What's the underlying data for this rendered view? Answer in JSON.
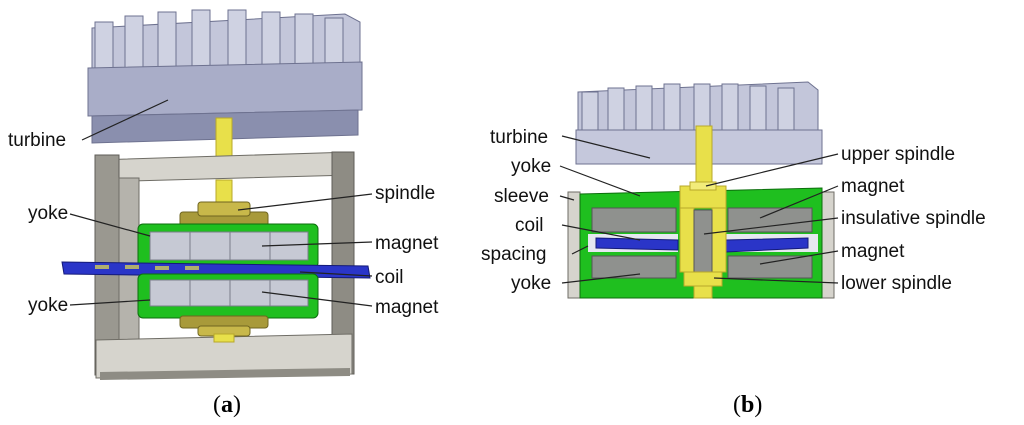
{
  "panel_a": {
    "caption_open": "(",
    "caption_letter": "a",
    "caption_close": ")",
    "labels": {
      "turbine": "turbine",
      "spindle": "spindle",
      "yoke_top": "yoke",
      "magnet_top": "magnet",
      "coil": "coil",
      "yoke_bottom": "yoke",
      "magnet_bottom": "magnet"
    }
  },
  "panel_b": {
    "caption_open": "(",
    "caption_letter": "b",
    "caption_close": ")",
    "labels": {
      "turbine": "turbine",
      "yoke_top": "yoke",
      "sleeve": "sleeve",
      "coil": "coil",
      "spacing": "spacing",
      "yoke_bottom": "yoke",
      "upper_spindle": "upper spindle",
      "magnet_top": "magnet",
      "insulative_spindle": "insulative spindle",
      "magnet_bottom": "magnet",
      "lower_spindle": "lower spindle"
    }
  },
  "colors": {
    "turbine": "#a9adc8",
    "turbine_dark": "#8a8fae",
    "housing": "#9a9890",
    "housing_light": "#c9c7c0",
    "yoke": "#1fbf1f",
    "magnet": "#b9bcc8",
    "coil": "#2a35c8",
    "spindle": "#e8e04a",
    "spindle_dark": "#b8a82a",
    "nut": "#a89a3a"
  }
}
